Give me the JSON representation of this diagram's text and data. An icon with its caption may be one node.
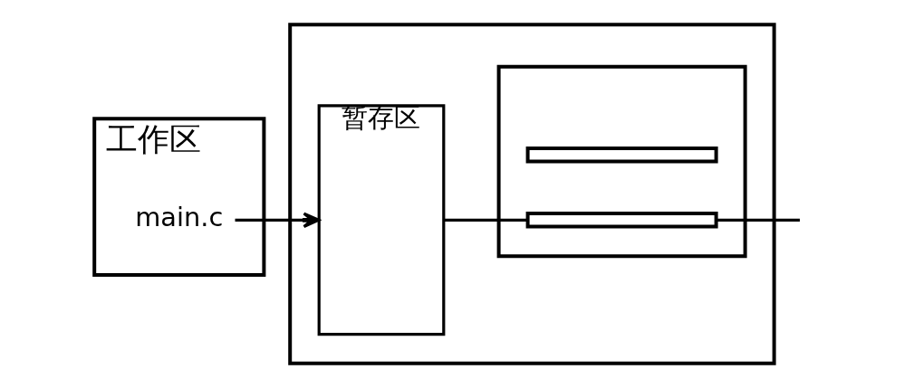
{
  "diagram": {
    "nodes": [
      {
        "text": [
          "工作区"
        ]
      },
      {
        "text": [
          "main.c"
        ],
        "in": 0
      },
      {
        "text": [],
        "shape": "box"
      },
      {
        "text": [
          "暂存区"
        ],
        "in": 2
      },
      {
        "text": [],
        "shape": "box",
        "in": 2
      },
      {
        "text": [],
        "shape": "bar",
        "in": 4
      },
      {
        "text": [],
        "shape": "bar",
        "in": 4
      }
    ],
    "edges": [
      {
        "from": 1,
        "to": 3,
        "arrow": "to"
      },
      {
        "from": 3,
        "to": 6,
        "arrow": "none"
      },
      {
        "from": 6,
        "to": null,
        "arrow": "none"
      }
    ]
  }
}
